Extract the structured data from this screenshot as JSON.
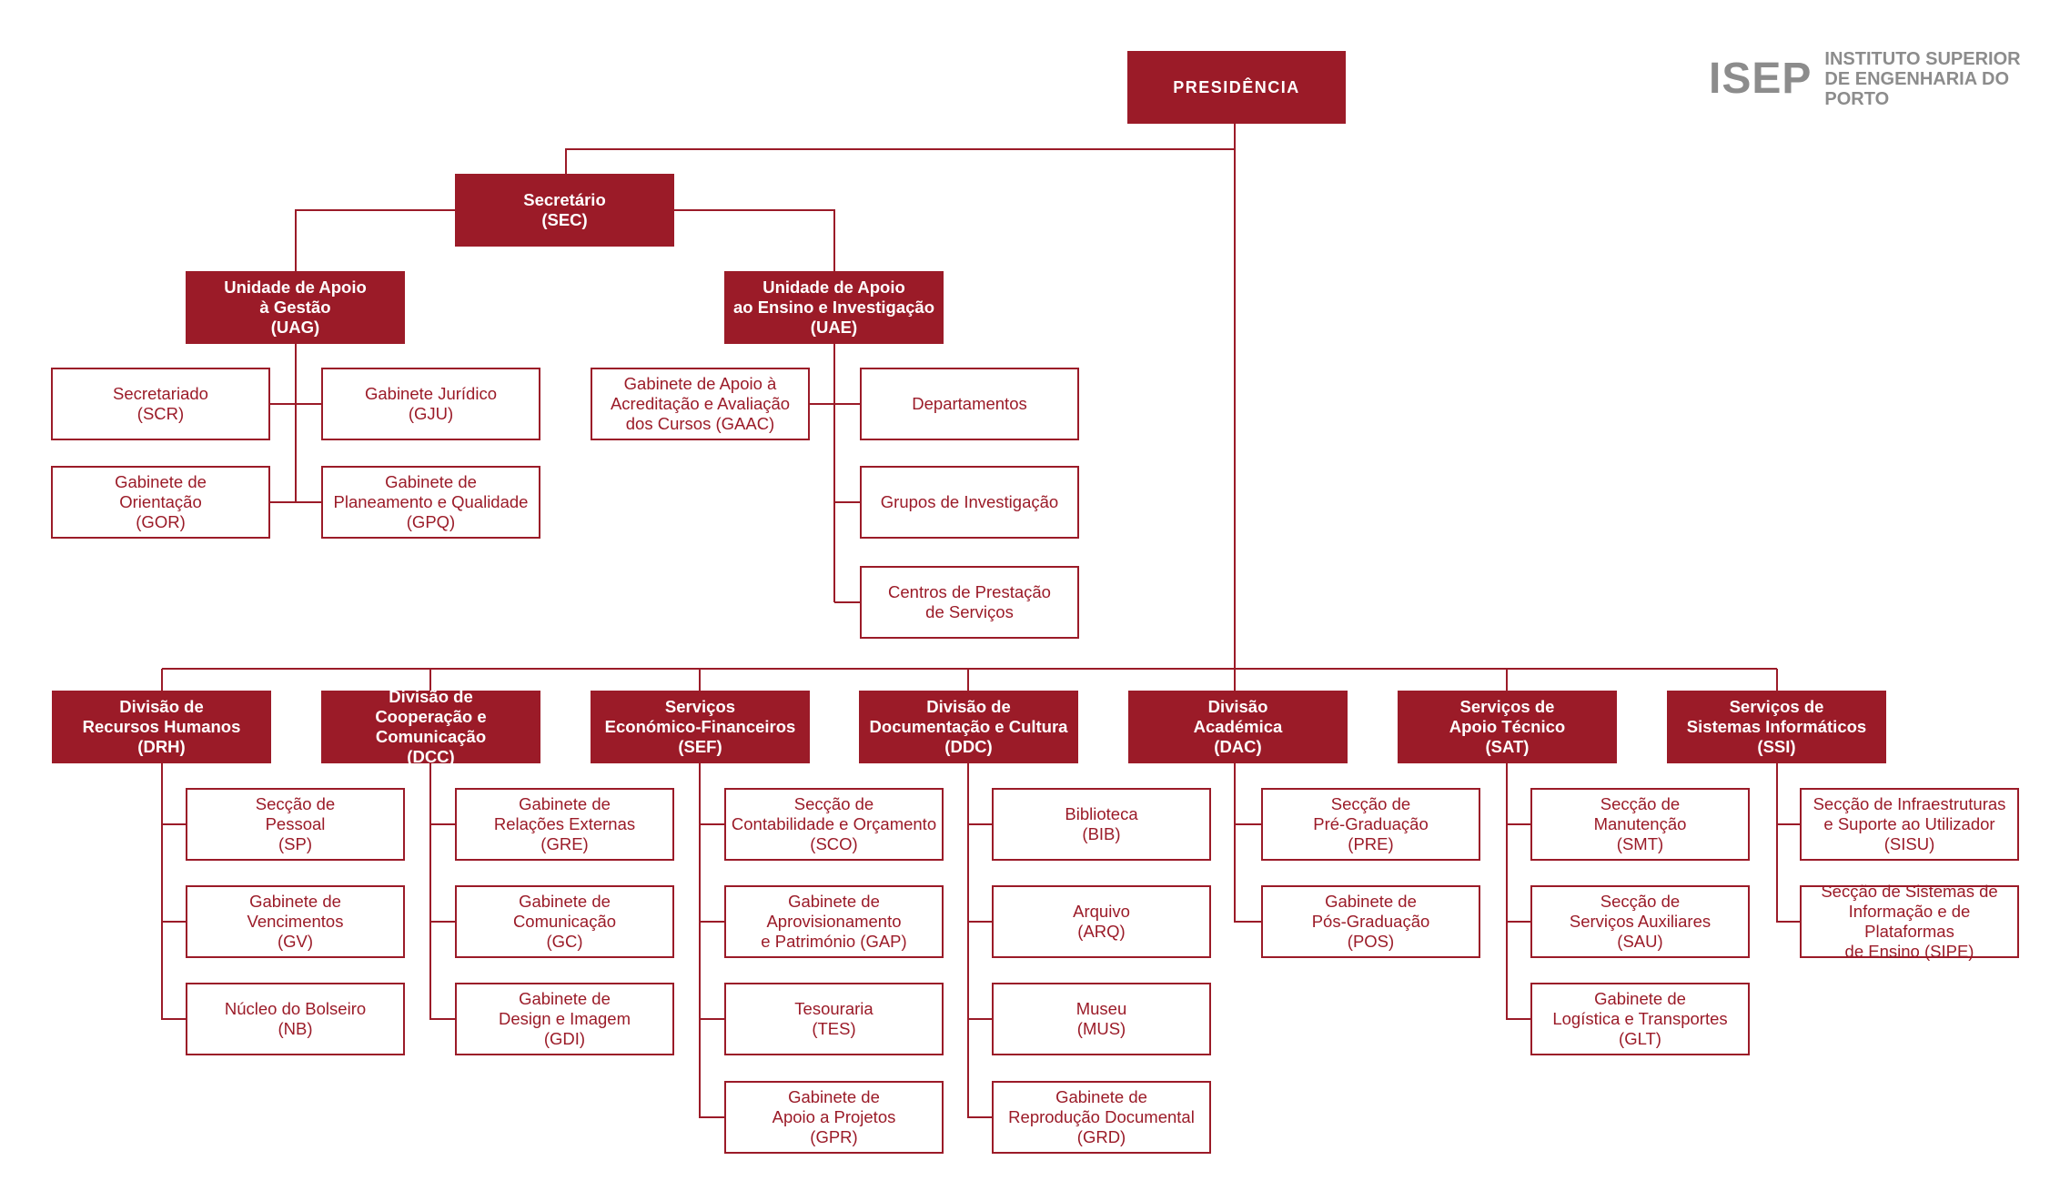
{
  "logo": {
    "mark": "ISEP",
    "text": "INSTITUTO SUPERIOR\nDE ENGENHARIA DO PORTO"
  },
  "colors": {
    "accent": "#9b1b28",
    "logo_gray": "#8c8c8c"
  },
  "nodes": {
    "pres": "PRESIDÊNCIA",
    "sec": "Secretário\n(SEC)",
    "uag": "Unidade de Apoio\nà Gestão\n(UAG)",
    "uae": "Unidade de Apoio\nao Ensino e Investigação\n(UAE)",
    "scr": "Secretariado\n(SCR)",
    "gju": "Gabinete Jurídico\n(GJU)",
    "gor": "Gabinete de\nOrientação\n(GOR)",
    "gpq": "Gabinete de\nPlaneamento e Qualidade\n(GPQ)",
    "gaac": "Gabinete de Apoio à\nAcreditação e Avaliação\ndos Cursos (GAAC)",
    "dep": "Departamentos",
    "gi": "Grupos de Investigação",
    "cps": "Centros de Prestação\nde Serviços",
    "drh": "Divisão de\nRecursos Humanos\n(DRH)",
    "dcc": "Divisão de\nCooperação e Comunicação\n(DCC)",
    "sef": "Serviços\nEconómico-Financeiros\n(SEF)",
    "ddc": "Divisão de\nDocumentação e Cultura\n(DDC)",
    "dac": "Divisão\nAcadémica\n(DAC)",
    "sat": "Serviços de\nApoio Técnico\n(SAT)",
    "ssi": "Serviços de\nSistemas Informáticos\n(SSI)",
    "sp": "Secção de\nPessoal\n(SP)",
    "gv": "Gabinete de\nVencimentos\n(GV)",
    "nb": "Núcleo do Bolseiro\n(NB)",
    "gre": "Gabinete de\nRelações Externas\n(GRE)",
    "gc": "Gabinete de\nComunicação\n(GC)",
    "gdi": "Gabinete de\nDesign e Imagem\n(GDI)",
    "sco": "Secção de\nContabilidade e Orçamento\n(SCO)",
    "gap": "Gabinete de\nAprovisionamento\ne Património (GAP)",
    "tes": "Tesouraria\n(TES)",
    "gpr": "Gabinete de\nApoio a Projetos\n(GPR)",
    "bib": "Biblioteca\n(BIB)",
    "arq": "Arquivo\n(ARQ)",
    "mus": "Museu\n(MUS)",
    "grd": "Gabinete de\nReprodução Documental\n(GRD)",
    "pre": "Secção de\nPré-Graduação\n(PRE)",
    "pos": "Gabinete de\nPós-Graduação\n(POS)",
    "smt": "Secção de\nManutenção\n(SMT)",
    "sau": "Secção de\nServiços Auxiliares\n(SAU)",
    "glt": "Gabinete de\nLogística e Transportes\n(GLT)",
    "sisu": "Secção de Infraestruturas\ne Suporte ao Utilizador\n(SISU)",
    "sipe": "Secção de Sistemas de\nInformação e de Plataformas\nde Ensino (SIPE)"
  }
}
